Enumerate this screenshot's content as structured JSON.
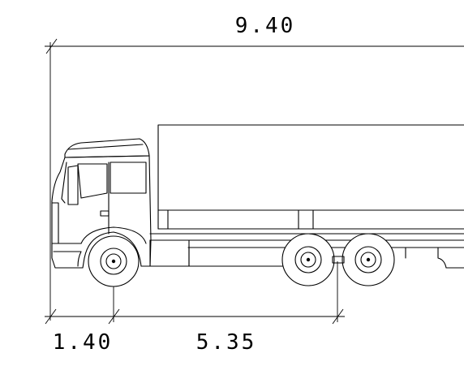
{
  "dimensions": {
    "overall_length": "9.40",
    "front_overhang": "1.40",
    "wheelbase": "5.35"
  },
  "colors": {
    "line": "#000000",
    "background": "#ffffff"
  }
}
